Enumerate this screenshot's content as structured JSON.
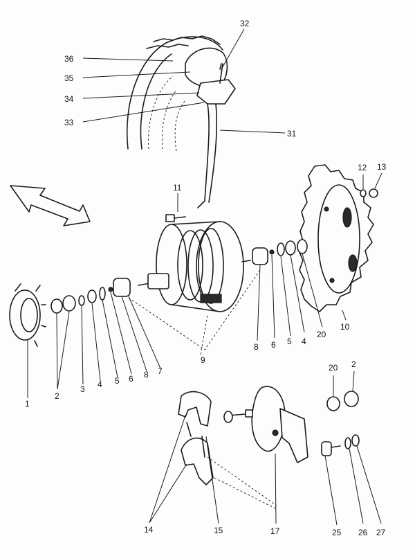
{
  "labels": {
    "n1": "1",
    "n2a": "2",
    "n2b": "2",
    "n3": "3",
    "n4a": "4",
    "n4b": "4",
    "n5a": "5",
    "n5b": "5",
    "n6a": "6",
    "n6b": "6",
    "n7": "7",
    "n8a": "8",
    "n8b": "8",
    "n9": "9",
    "n10": "10",
    "n11": "11",
    "n12": "12",
    "n13": "13",
    "n14": "14",
    "n15": "15",
    "n17": "17",
    "n20a": "20",
    "n20b": "20",
    "n25": "25",
    "n26": "26",
    "n27": "27",
    "n31": "31",
    "n32": "32",
    "n33": "33",
    "n34": "34",
    "n35": "35",
    "n36": "36"
  }
}
